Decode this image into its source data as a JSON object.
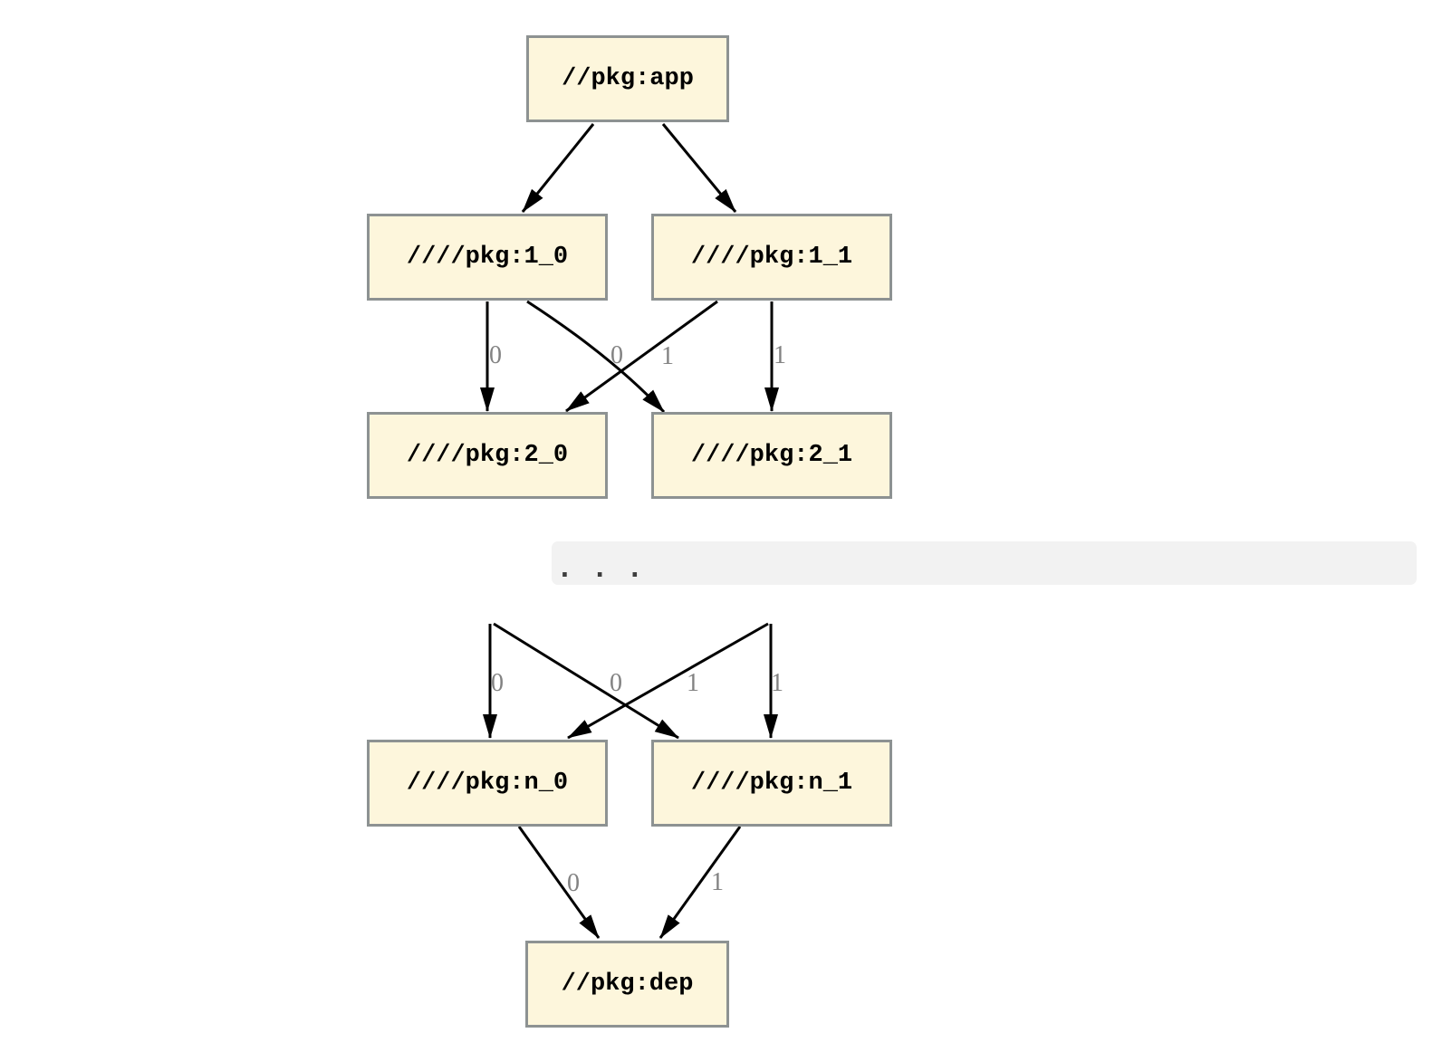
{
  "diagram": {
    "ellipsis": ". . .",
    "nodes": [
      {
        "id": "app",
        "label": "//pkg:app"
      },
      {
        "id": "1_0",
        "label": "////pkg:1_0"
      },
      {
        "id": "1_1",
        "label": "////pkg:1_1"
      },
      {
        "id": "2_0",
        "label": "////pkg:2_0"
      },
      {
        "id": "2_1",
        "label": "////pkg:2_1"
      },
      {
        "id": "n_0",
        "label": "////pkg:n_0"
      },
      {
        "id": "n_1",
        "label": "////pkg:n_1"
      },
      {
        "id": "dep",
        "label": "//pkg:dep"
      }
    ],
    "edges": [
      {
        "from": "//pkg:app",
        "to": "////pkg:1_0",
        "label": ""
      },
      {
        "from": "//pkg:app",
        "to": "////pkg:1_1",
        "label": ""
      },
      {
        "from": "////pkg:1_0",
        "to": "////pkg:2_0",
        "label": "0"
      },
      {
        "from": "////pkg:1_0",
        "to": "////pkg:2_1",
        "label": "0"
      },
      {
        "from": "////pkg:1_1",
        "to": "////pkg:2_0",
        "label": "1"
      },
      {
        "from": "////pkg:1_1",
        "to": "////pkg:2_1",
        "label": "1"
      },
      {
        "from": ". . .",
        "to": "////pkg:n_0",
        "label": "0"
      },
      {
        "from": ". . .",
        "to": "////pkg:n_1",
        "label": "0"
      },
      {
        "from": ". . .",
        "to": "////pkg:n_0",
        "label": "1"
      },
      {
        "from": ". . .",
        "to": "////pkg:n_1",
        "label": "1"
      },
      {
        "from": "////pkg:n_0",
        "to": "//pkg:dep",
        "label": "0"
      },
      {
        "from": "////pkg:n_1",
        "to": "//pkg:dep",
        "label": "1"
      }
    ]
  },
  "colors": {
    "background": "#ffffff",
    "node_fill": "#fdf6dc",
    "node_border": "#8d9292",
    "edge": "#000000",
    "edge_label": "#828282",
    "ellipsis_bg": "#f2f2f2",
    "ellipsis_dots": "#3d3d3d"
  }
}
